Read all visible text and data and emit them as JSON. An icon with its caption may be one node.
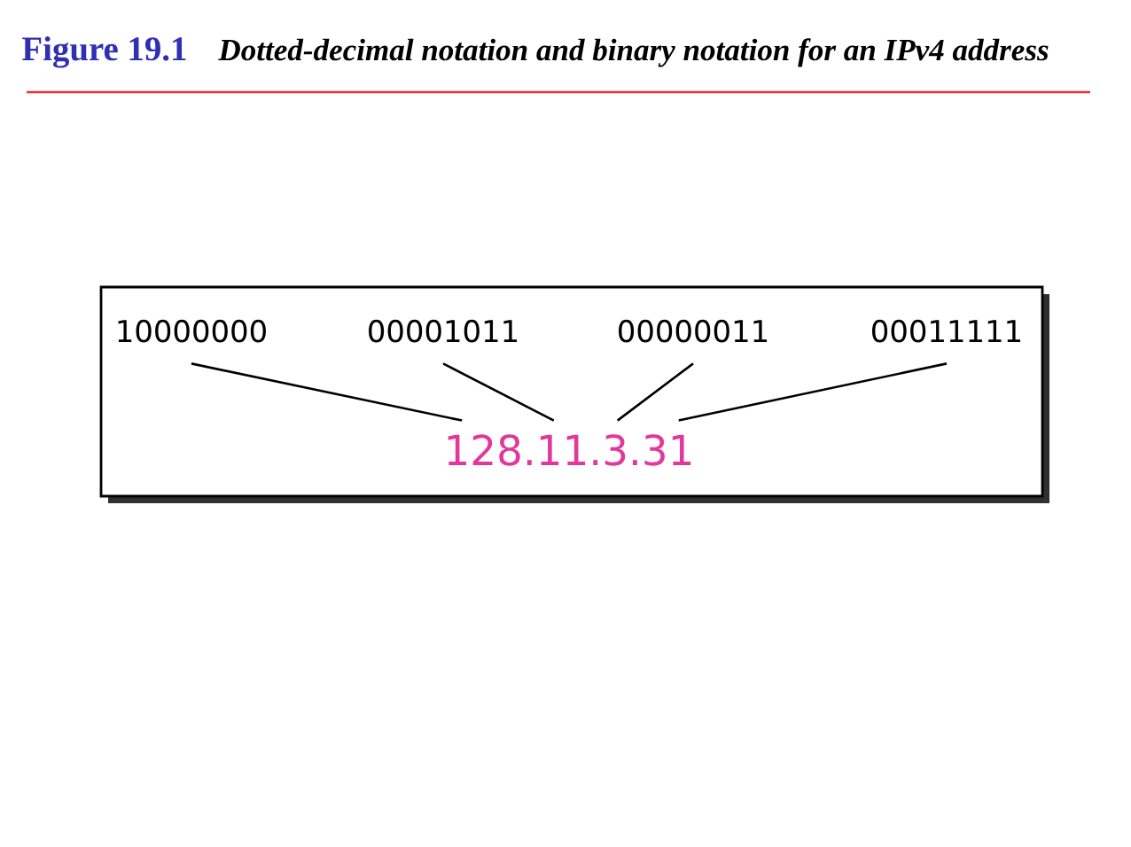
{
  "diagram": {
    "title": "Figure 19.1",
    "caption": "Dotted-decimal notation and binary notation for an IPv4 address",
    "nodes": [
      {
        "text": [],
        "shape": "box"
      },
      {
        "text": [
          "10000000"
        ],
        "in": 0
      },
      {
        "text": [
          "00001011"
        ],
        "in": 0
      },
      {
        "text": [
          "00000011"
        ],
        "in": 0
      },
      {
        "text": [
          "00011111"
        ],
        "in": 0
      },
      {
        "text": [
          "128.11.3.31"
        ],
        "in": 0
      }
    ],
    "edges": [
      {
        "from": 1,
        "to": 5,
        "arrow": "none"
      },
      {
        "from": 2,
        "to": 5,
        "arrow": "none"
      },
      {
        "from": 3,
        "to": 5,
        "arrow": "none"
      },
      {
        "from": 4,
        "to": 5,
        "arrow": "none"
      }
    ]
  }
}
